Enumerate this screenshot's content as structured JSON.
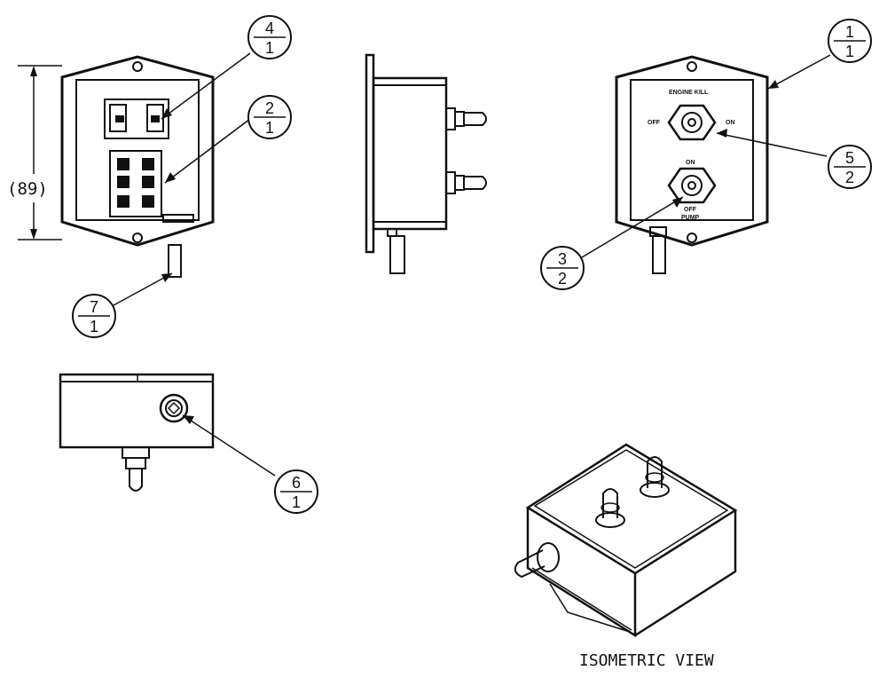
{
  "balloons": [
    {
      "id": "b4",
      "top": "4",
      "bottom": "1"
    },
    {
      "id": "b2",
      "top": "2",
      "bottom": "1"
    },
    {
      "id": "b11",
      "top": "1",
      "bottom": "1"
    },
    {
      "id": "b52",
      "top": "5",
      "bottom": "2"
    },
    {
      "id": "b32",
      "top": "3",
      "bottom": "2"
    },
    {
      "id": "b7",
      "top": "7",
      "bottom": "1"
    },
    {
      "id": "b6",
      "top": "6",
      "bottom": "1"
    }
  ],
  "dimension_label": "(89)",
  "front_panel": {
    "top_label": "ENGINE KILL",
    "off_label": "OFF",
    "on_label": "ON",
    "lower_on_label": "ON",
    "lower_off_label": "OFF",
    "lower_bottom_label": "PUMP"
  },
  "isometric_caption": "ISOMETRIC VIEW"
}
